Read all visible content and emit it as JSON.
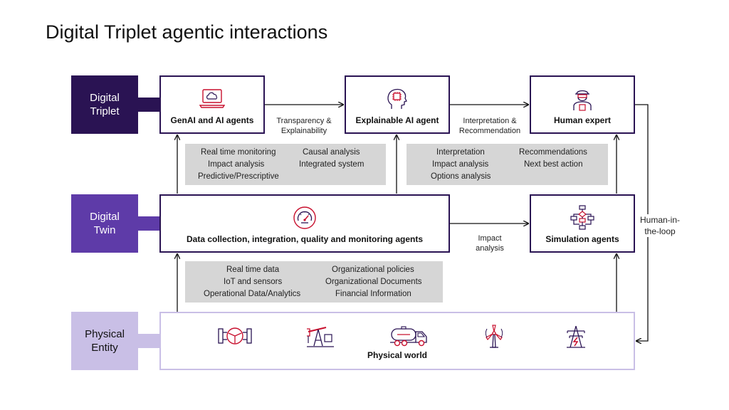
{
  "title": "Digital Triplet agentic interactions",
  "tiers": {
    "triplet": [
      "Digital",
      "Triplet"
    ],
    "twin": [
      "Digital",
      "Twin"
    ],
    "physical": [
      "Physical",
      "Entity"
    ]
  },
  "nodes": {
    "genai": {
      "label": "GenAI and AI agents",
      "icon": "laptop-cloud-icon"
    },
    "xai": {
      "label": "Explainable AI agent",
      "icon": "head-chip-icon"
    },
    "human": {
      "label": "Human expert",
      "icon": "worker-icon"
    },
    "data_collection": {
      "label": "Data collection, integration, quality and monitoring agents",
      "icon": "gauge-icon"
    },
    "simulation": {
      "label": "Simulation agents",
      "icon": "flowchart-icon"
    },
    "physical_world": {
      "label": "Physical world",
      "icons": [
        "valve-pipe-icon",
        "oil-pump-icon",
        "tanker-truck-icon",
        "wind-turbine-icon",
        "power-tower-icon"
      ]
    }
  },
  "edges": {
    "transparency": [
      "Transparency &",
      "Explainability"
    ],
    "interpretation": [
      "Interpretation &",
      "Recommendation"
    ],
    "impact": [
      "Impact",
      "analysis"
    ],
    "human_loop": [
      "Human-in-",
      "the-loop"
    ]
  },
  "panels": {
    "triplet_left": [
      "Real time monitoring",
      "Causal analysis",
      "Impact analysis",
      "Integrated system",
      "Predictive/Prescriptive"
    ],
    "triplet_right": [
      "Interpretation",
      "Recommendations",
      "Impact analysis",
      "Next best action",
      "Options analysis"
    ],
    "twin_data": [
      "Real time data",
      "Organizational policies",
      "IoT and sensors",
      "Organizational Documents",
      "Operational Data/Analytics",
      "Financial Information"
    ]
  },
  "colors": {
    "dark_purple": "#2a1353",
    "mid_purple": "#5e3ba8",
    "light_purple": "#c9bfe6",
    "icon_red": "#c8102e",
    "gray_panel": "#d6d6d6"
  }
}
